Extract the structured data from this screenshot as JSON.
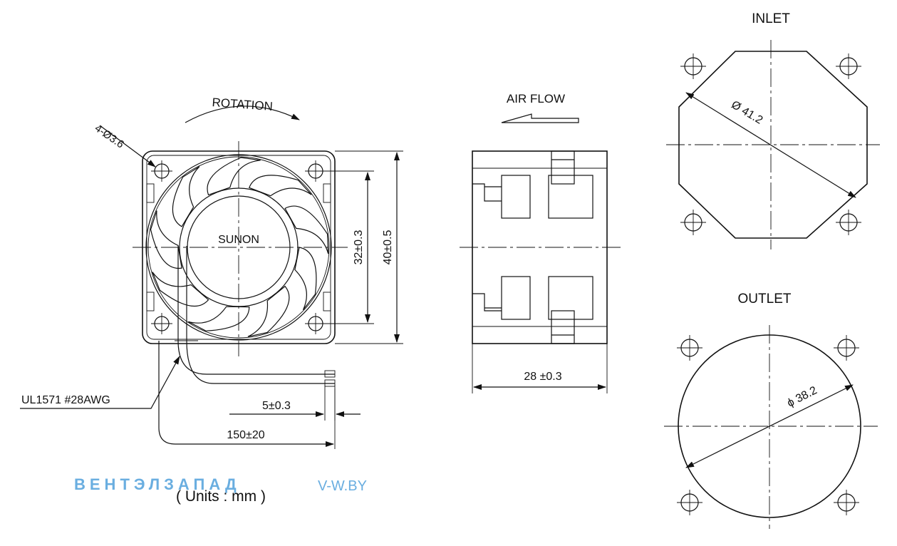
{
  "front_view": {
    "rotation_label": "ROTATION",
    "hole_label": "4-Ø3.6",
    "brand_label": "SUNON",
    "hole_pitch_label": "32±0.3",
    "frame_size_label": "40±0.5",
    "wire_label": "UL1571 #28AWG",
    "strip_length_label": "5±0.3",
    "lead_length_label": "150±20"
  },
  "side_view": {
    "airflow_label": "AIR FLOW",
    "depth_label": "28 ±0.3"
  },
  "inlet_view": {
    "title": "INLET",
    "diameter_label": "Ø 41.2"
  },
  "outlet_view": {
    "title": "OUTLET",
    "diameter_label": "ϕ 38.2"
  },
  "footer": {
    "units_label": "( Units : mm )",
    "watermark_text": "ВЕНТЭЛЗАПАД",
    "watermark_site": "V-W.BY",
    "watermark_color": "#6aaee0"
  }
}
